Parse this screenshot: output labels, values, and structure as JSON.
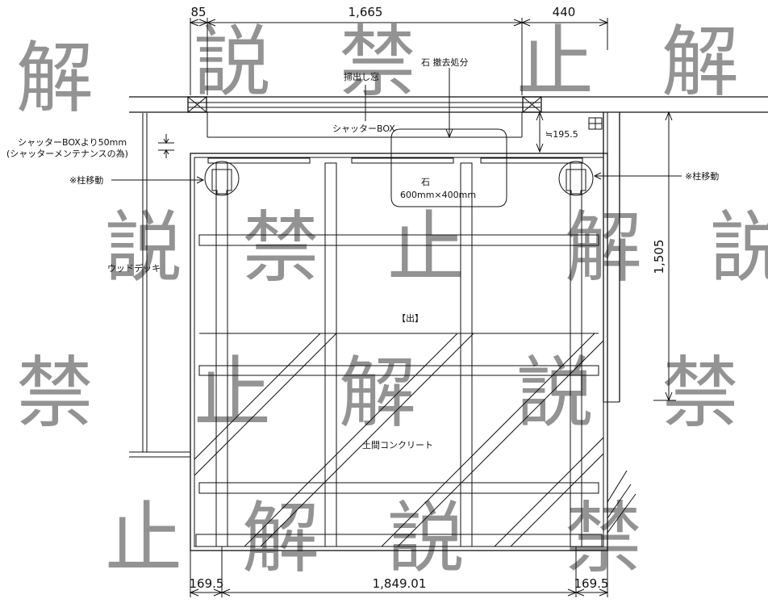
{
  "dimensions": {
    "top_left": "85",
    "top_middle": "1,665",
    "top_right": "440",
    "right_vertical": "1,505",
    "clearance": "≒195.5",
    "bottom_left": "169.5",
    "bottom_middle": "1,849.01",
    "bottom_right": "169.5"
  },
  "labels": {
    "stone_removal": "石 撤去処分",
    "sash_window": "掃出し窓",
    "shutter_box": "シャッターBOX",
    "shutter_note_1": "シャッターBOXより50mm",
    "shutter_note_2": "(シャッターメンテナンスの為)",
    "column_move_left": "※柱移動",
    "column_move_right": "※柱移動",
    "stone": "石",
    "stone_size": "600mm×400mm",
    "wood_deck": "ウッドデッキ",
    "exit": "【出】",
    "concrete": "土間コンクリート"
  },
  "watermark": {
    "chars": [
      "解",
      "説",
      "禁",
      "止"
    ],
    "color": "#cfcfcf"
  }
}
